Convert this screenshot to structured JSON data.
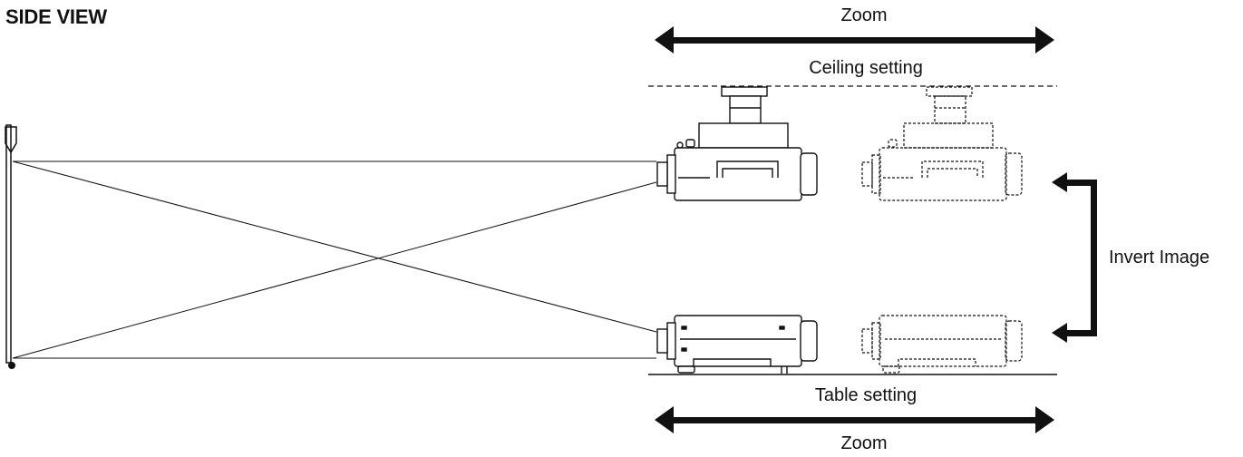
{
  "diagram": {
    "title": "SIDE VIEW",
    "zoom_top_label": "Zoom",
    "zoom_bottom_label": "Zoom",
    "ceiling_label": "Ceiling setting",
    "table_label": "Table setting",
    "invert_label": "Invert Image"
  },
  "colors": {
    "line": "#111111",
    "background": "#ffffff"
  },
  "icons": {
    "zoom_arrows": "double-headed-arrow",
    "invert_arrow": "bracket-double-arrow"
  }
}
